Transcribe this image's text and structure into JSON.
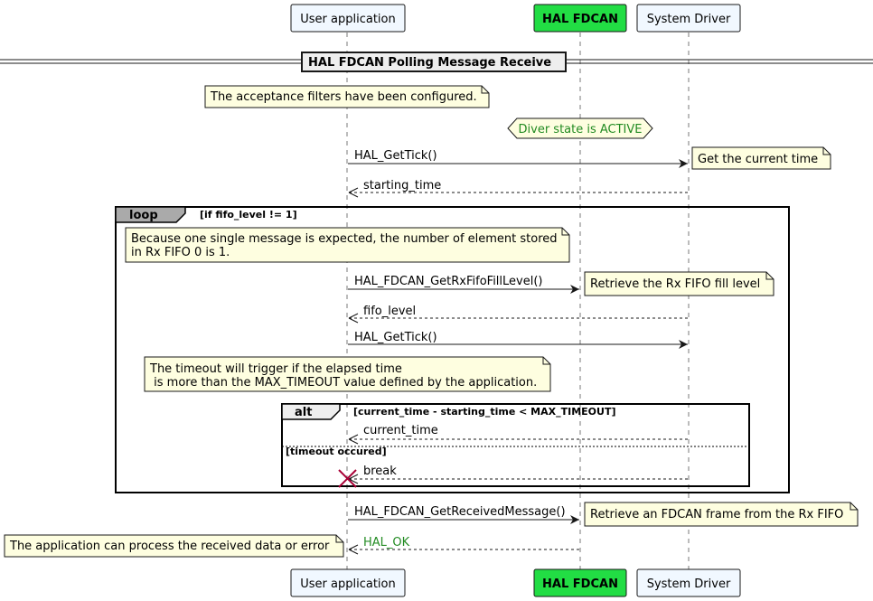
{
  "participants": {
    "user_app": "User application",
    "hal_fdcan": "HAL FDCAN",
    "system_driver": "System Driver"
  },
  "divider": {
    "title": "HAL FDCAN Polling Message Receive"
  },
  "notes": {
    "filters_configured": "The acceptance filters have been configured.",
    "get_current_time": "Get the current time",
    "single_message_line1": "Because one single message is expected, the number of element stored",
    "single_message_line2": "in Rx FIFO 0 is 1.",
    "retrieve_fill_level": "Retrieve the Rx FIFO fill level",
    "timeout_line1": "The timeout will trigger if the elapsed time",
    "timeout_line2": " is more than the MAX_TIMEOUT value defined by the application.",
    "retrieve_frame": "Retrieve an FDCAN frame from the Rx FIFO",
    "process_data": "The application can process the received data or error"
  },
  "state": {
    "driver_active": "Diver state is ACTIVE"
  },
  "messages": {
    "get_tick_1": "HAL_GetTick()",
    "starting_time": "starting_time",
    "get_fill_level": "HAL_FDCAN_GetRxFifoFillLevel()",
    "fifo_level": "fifo_level",
    "get_tick_2": "HAL_GetTick()",
    "current_time": "current_time",
    "break": "break",
    "get_received_message": "HAL_FDCAN_GetReceivedMessage()",
    "hal_ok": "HAL_OK"
  },
  "fragments": {
    "loop_label": "loop",
    "loop_condition": "[if fifo_level != 1]",
    "alt_label": "alt",
    "alt_condition": "[current_time - starting_time < MAX_TIMEOUT]",
    "else_condition": "[timeout occured]"
  },
  "colors": {
    "participant_fill": "#f1f8ff",
    "hal_fill": "#22dd44",
    "note_fill": "#fefee0",
    "ok_text": "#228b22",
    "destroy_mark": "#a80036"
  }
}
